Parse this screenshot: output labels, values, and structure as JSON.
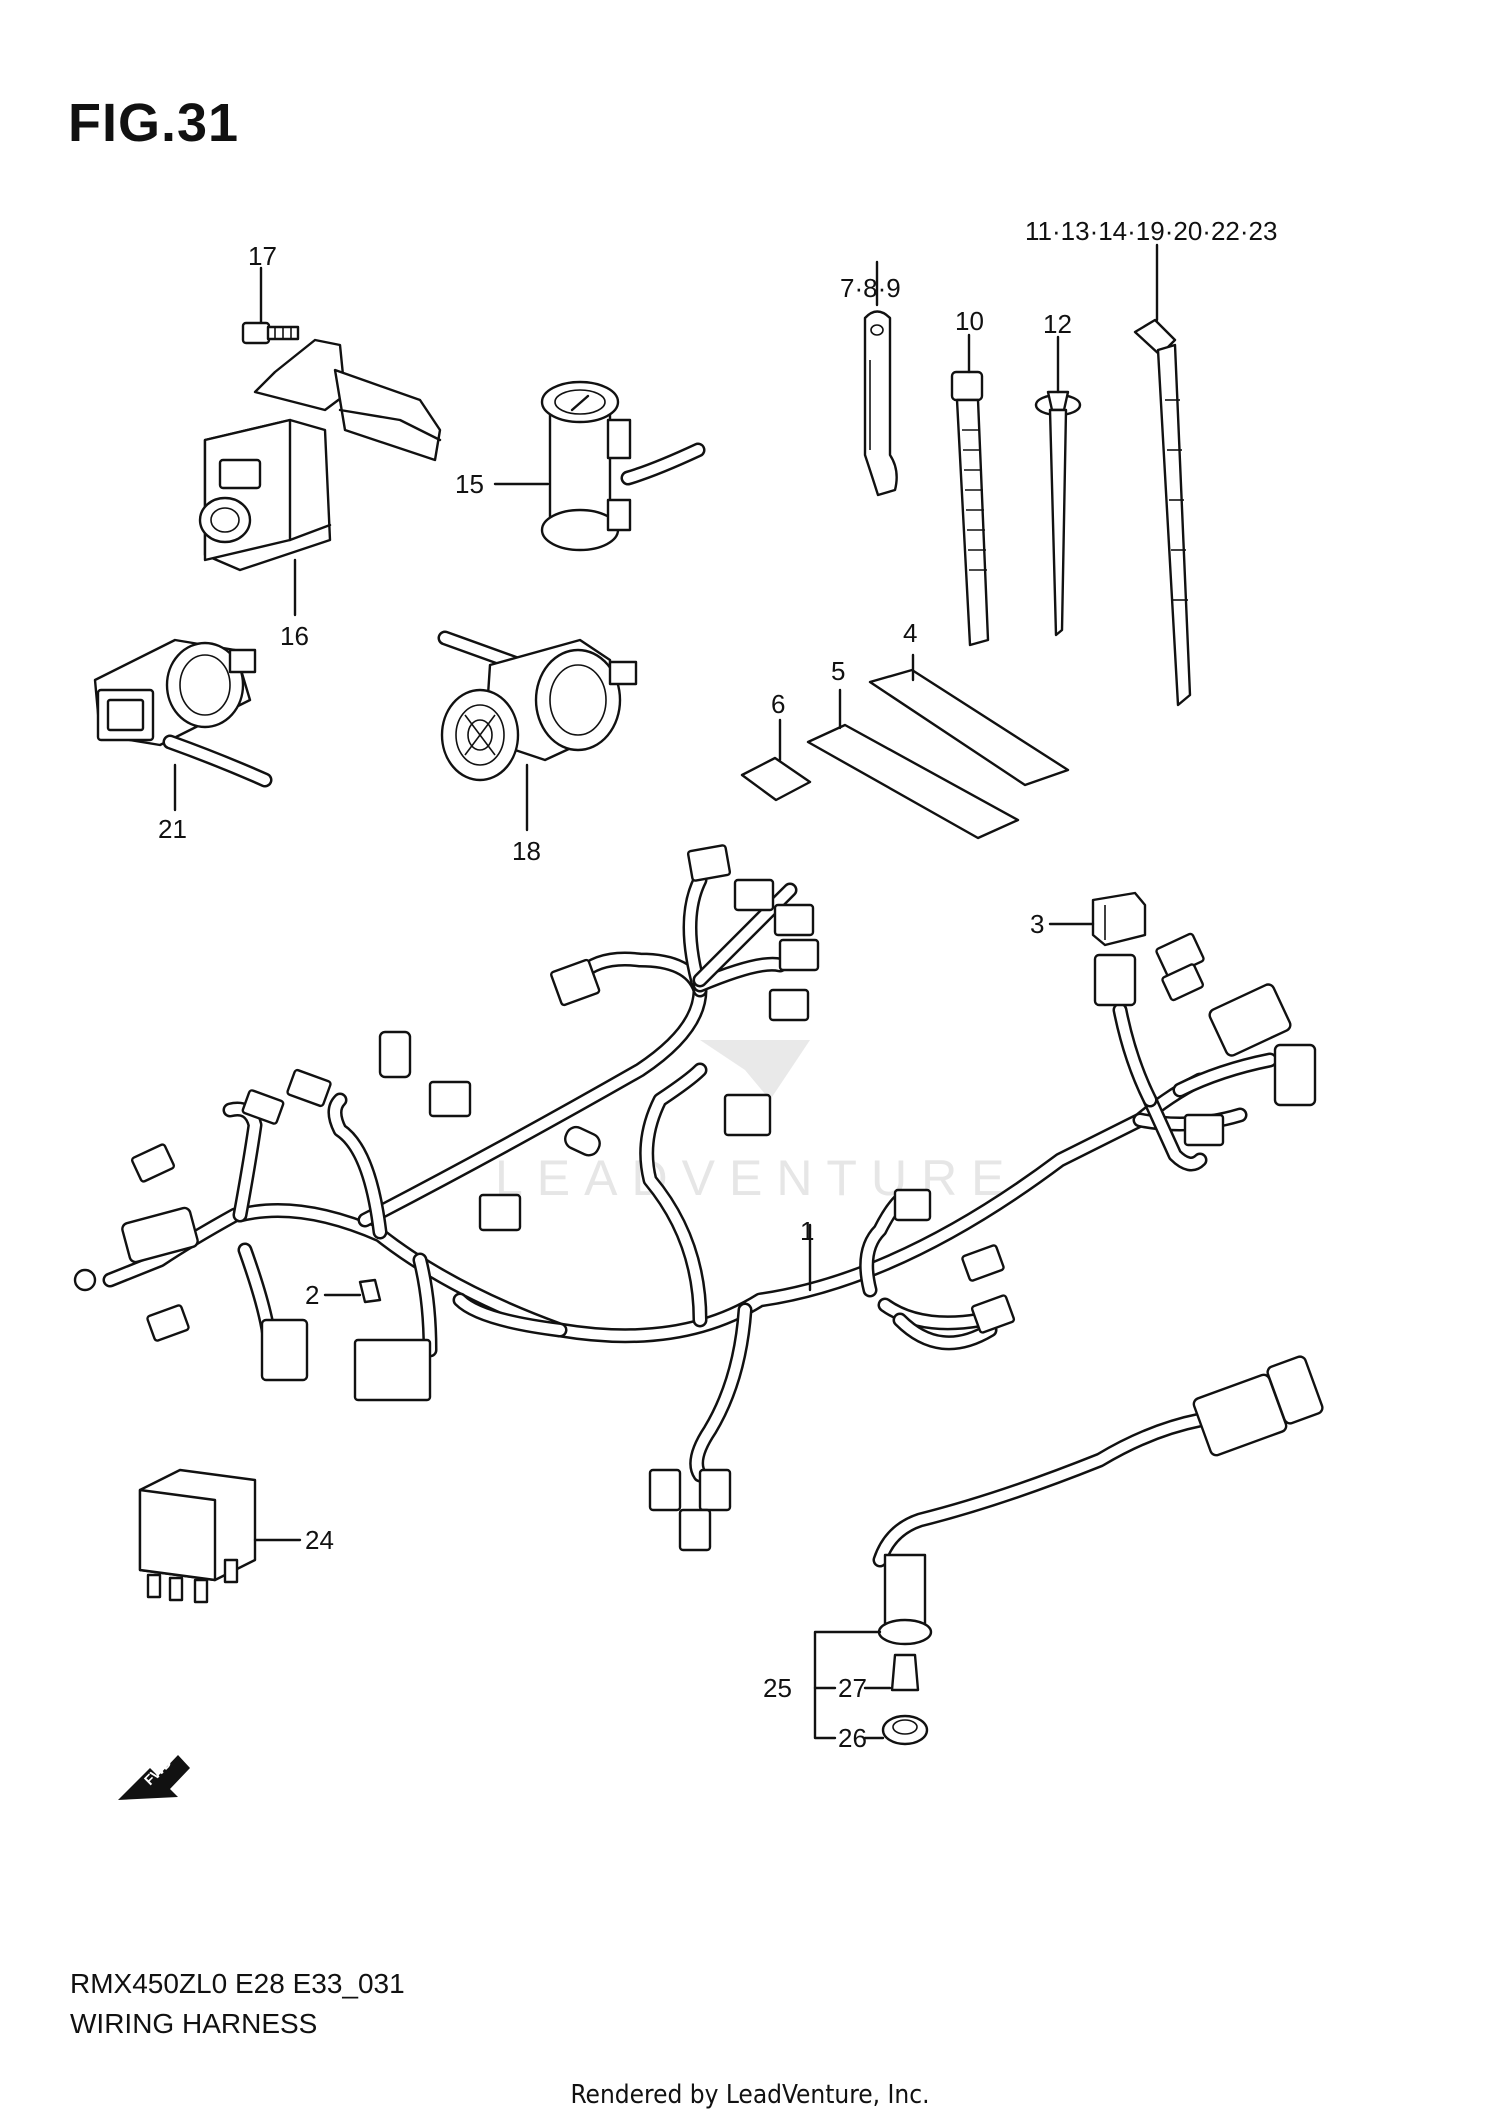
{
  "figure": {
    "title": "FIG.31",
    "code": "RMX450ZL0 E28 E33_031",
    "name": "WIRING HARNESS",
    "rendered_by": "Rendered by LeadVenture, Inc.",
    "watermark": "LEADVENTURE",
    "fwd_label": "FWD"
  },
  "callouts": [
    {
      "id": "c17",
      "label": "17"
    },
    {
      "id": "c16",
      "label": "16"
    },
    {
      "id": "c15",
      "label": "15"
    },
    {
      "id": "c21",
      "label": "21"
    },
    {
      "id": "c18",
      "label": "18"
    },
    {
      "id": "c789",
      "label": "7·8·9"
    },
    {
      "id": "c10",
      "label": "10"
    },
    {
      "id": "c12",
      "label": "12"
    },
    {
      "id": "c11",
      "label": "11·13·14·19·20·22·23"
    },
    {
      "id": "c4",
      "label": "4"
    },
    {
      "id": "c5",
      "label": "5"
    },
    {
      "id": "c6",
      "label": "6"
    },
    {
      "id": "c3",
      "label": "3"
    },
    {
      "id": "c1",
      "label": "1"
    },
    {
      "id": "c2",
      "label": "2"
    },
    {
      "id": "c24",
      "label": "24"
    },
    {
      "id": "c25",
      "label": "25"
    },
    {
      "id": "c27",
      "label": "27"
    },
    {
      "id": "c26",
      "label": "26"
    }
  ]
}
